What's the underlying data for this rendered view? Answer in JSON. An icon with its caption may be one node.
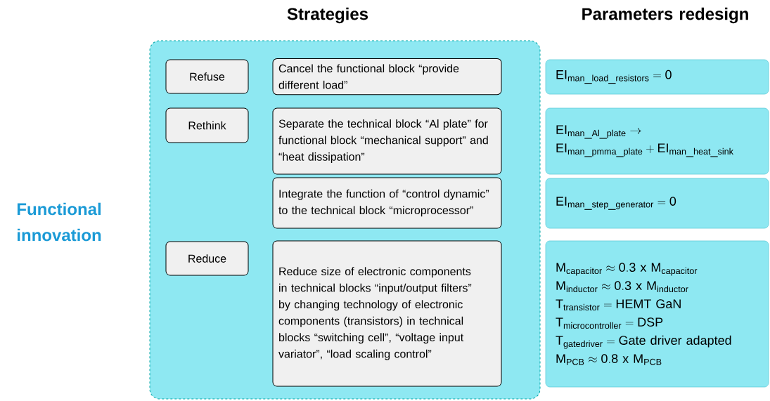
{
  "diagram": {
    "nodes": [
      {
        "text": [],
        "shape": "box"
      },
      {
        "text": [
          "Refuse"
        ],
        "in": 0
      },
      {
        "text": [
          "Cancel the functional block “provide different load”"
        ],
        "in": 0
      },
      {
        "text": [
          "Rethink"
        ],
        "in": 0
      },
      {
        "text": [
          "Separate the technical block “Al plate” for functional block “mechanical support” and “heat dissipation”"
        ],
        "in": 0
      },
      {
        "text": [
          "Integrate the function of “control dynamic” to the technical block “microprocessor”"
        ],
        "in": 0
      },
      {
        "text": [
          "Reduce"
        ],
        "in": 0
      },
      {
        "text": [
          "Reduce size of electronic components in technical blocks “input/output filters” by changing technology of electronic components (transistors) in technical blocks “switching cell”, “voltage input variator”, “load scaling control”"
        ],
        "in": 0
      },
      {
        "text": [
          "\\mathrm{EI}_{\\mathrm{man\\_load\\_resistors}} = \\mathrm{0}"
        ]
      },
      {
        "text": [
          "\\mathrm{EI}_{\\mathrm{man\\_Al\\_plate}} \\rightarrow",
          "\\mathrm{EI}_{\\mathrm{man\\_pmma\\_plate}} + \\mathrm{EI}_{\\mathrm{man\\_heat\\_sink}}"
        ]
      },
      {
        "text": [
          "\\mathrm{EI}_{\\mathrm{man\\_step\\_generator}} = \\mathrm{0}"
        ]
      },
      {
        "text": [
          "\\mathrm{M}_{\\mathrm{capacitor}} \\approx \\mathrm{0.3\\ x\\ M}_{\\mathrm{capacitor}}",
          "\\mathrm{M}_{\\mathrm{inductor}} \\approx \\mathrm{0.3\\ x\\ M}_{\\mathrm{inductor}}",
          "\\mathrm{T}_{\\mathrm{transistor}} = \\mathrm{HEMT\\ GaN}",
          "\\mathrm{T}_{\\mathrm{microcontroller}} = \\mathrm{DSP}",
          "\\mathrm{T}_{\\mathrm{gatedriver}} = \\mathrm{Gate\\ driver\\ adapted}",
          "\\mathrm{M}_{\\mathrm{PCB}} \\approx \\mathrm{0.8\\ x\\ M}_{\\mathrm{PCB}}"
        ]
      }
    ],
    "labels": [
      "Strategies",
      "Parameters redesign",
      "Functional innovation"
    ]
  }
}
